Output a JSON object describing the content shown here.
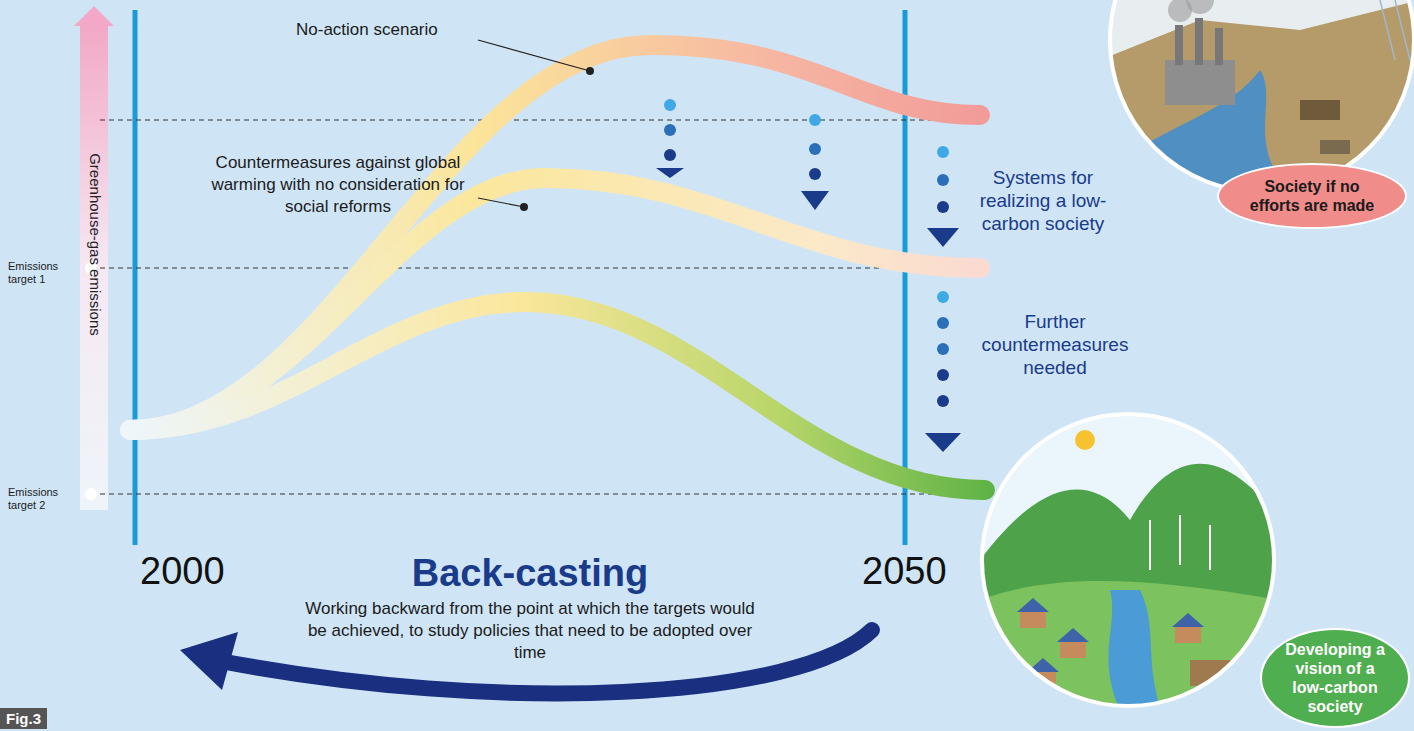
{
  "diagram": {
    "title": "Back-casting",
    "nodes": [
      {
        "text": [
          "Society if no efforts are made"
        ]
      },
      {
        "text": [
          "Developing a vision of a low-carbon society"
        ]
      }
    ],
    "labels": [
      "Greenhouse-gas emissions",
      "Emissions target 1",
      "Emissions target 2",
      "No-action scenario",
      "Countermeasures against global warming with no consideration for social reforms",
      "Systems for realizing a low-carbon society",
      "Further countermeasures needed",
      "2000",
      "2050",
      "Working backward from the point at which the targets would be achieved, to study policies that need to be adopted over time",
      "Fig.3"
    ]
  }
}
